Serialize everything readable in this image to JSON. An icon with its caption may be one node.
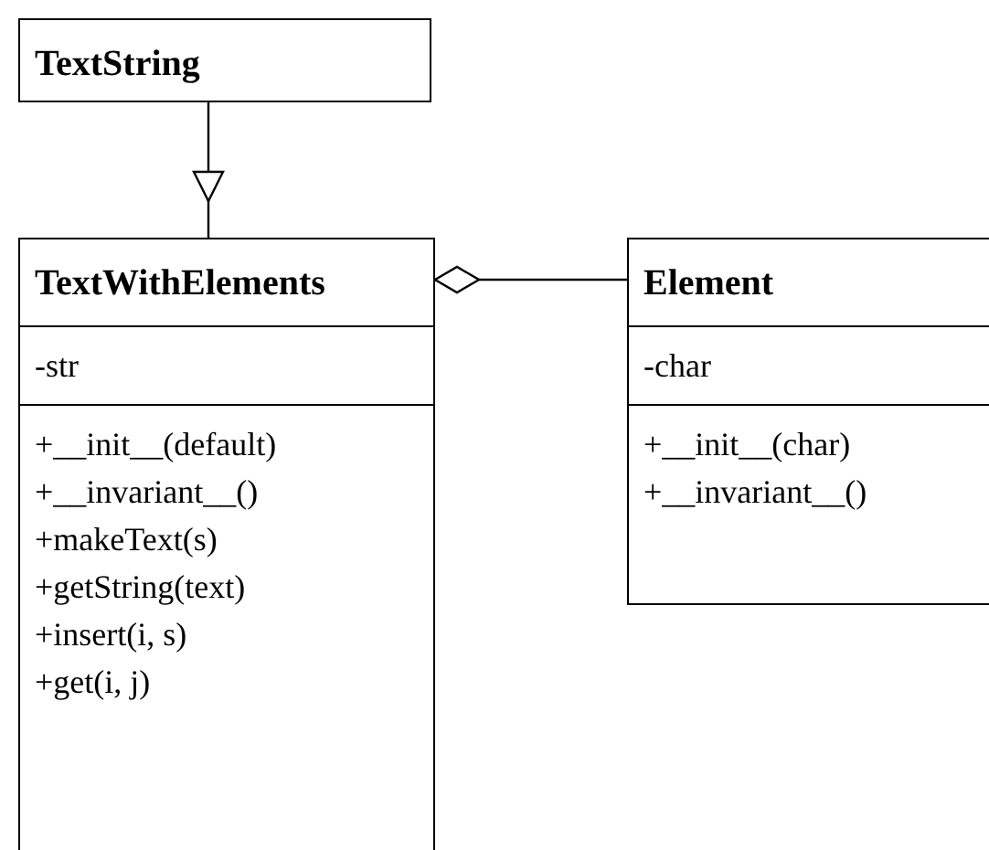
{
  "diagram": {
    "nodes": [
      {
        "text": [
          "TextString"
        ]
      },
      {
        "text": [
          "TextWithElements",
          "-str",
          "+__init__(default)",
          "+__invariant__()",
          "+makeText(s)",
          "+getString(text)",
          "+insert(i, s)",
          "+get(i, j)"
        ]
      },
      {
        "text": [
          "Element",
          "-char",
          "+__init__(char)",
          "+__invariant__()"
        ]
      }
    ],
    "edges": [
      {
        "from": 0,
        "to": 1,
        "arrow": "to"
      },
      {
        "from": 2,
        "to": 1,
        "arrow": "other"
      }
    ]
  }
}
